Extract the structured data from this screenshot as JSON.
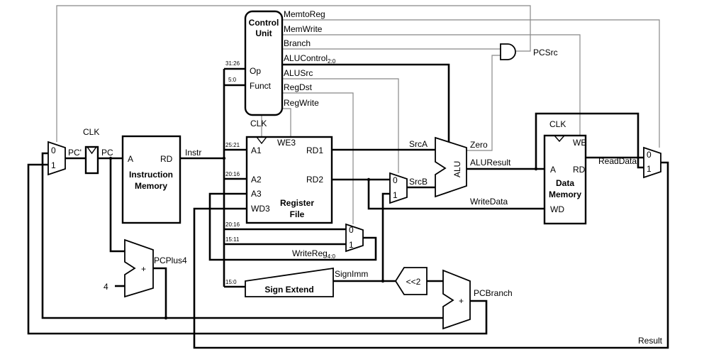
{
  "control_unit": {
    "title_line1": "Control",
    "title_line2": "Unit",
    "op": "Op",
    "funct": "Funct",
    "clk": "CLK"
  },
  "control_signals": {
    "memtoreg": "MemtoReg",
    "memwrite": "MemWrite",
    "branch": "Branch",
    "alucontrol": "ALUControl",
    "alucontrol_sub": "2:0",
    "alusrc": "ALUSrc",
    "regdst": "RegDst",
    "regwrite": "RegWrite",
    "pcsrc": "PCSrc"
  },
  "bit_fields": {
    "op": "31:26",
    "funct": "5:0",
    "a1": "25:21",
    "a2": "20:16",
    "rt_to_mux": "20:16",
    "rd_to_mux": "15:11",
    "imm": "15:0"
  },
  "pc": {
    "clk": "CLK",
    "pc_prime": "PC'",
    "pc": "PC"
  },
  "pc_mux": {
    "in0": "0",
    "in1": "1"
  },
  "instruction_memory": {
    "port_a": "A",
    "port_rd": "RD",
    "title_line1": "Instruction",
    "title_line2": "Memory",
    "instr": "Instr"
  },
  "register_file": {
    "a1": "A1",
    "a2": "A2",
    "a3": "A3",
    "wd3": "WD3",
    "we3": "WE3",
    "rd1": "RD1",
    "rd2": "RD2",
    "title_line1": "Register",
    "title_line2": "File"
  },
  "writereg_mux": {
    "in0": "0",
    "in1": "1",
    "label": "WriteReg",
    "label_sub": "4:0"
  },
  "srcb_mux": {
    "in0": "0",
    "in1": "1"
  },
  "alu": {
    "label": "ALU",
    "srca": "SrcA",
    "srcb": "SrcB",
    "zero": "Zero",
    "aluresult": "ALUResult",
    "writedata": "WriteData"
  },
  "data_memory": {
    "clk": "CLK",
    "we": "WE",
    "port_a": "A",
    "port_rd": "RD",
    "port_wd": "WD",
    "title_line1": "Data",
    "title_line2": "Memory",
    "readdata": "ReadData"
  },
  "result_mux": {
    "in0": "0",
    "in1": "1",
    "result": "Result"
  },
  "pc_adder": {
    "plus": "+",
    "four": "4",
    "pcplus4": "PCPlus4"
  },
  "sign_extend": {
    "label": "Sign Extend",
    "signimm": "SignImm"
  },
  "shift": {
    "label": "<<2"
  },
  "branch_adder": {
    "plus": "+",
    "pcbranch": "PCBranch"
  }
}
